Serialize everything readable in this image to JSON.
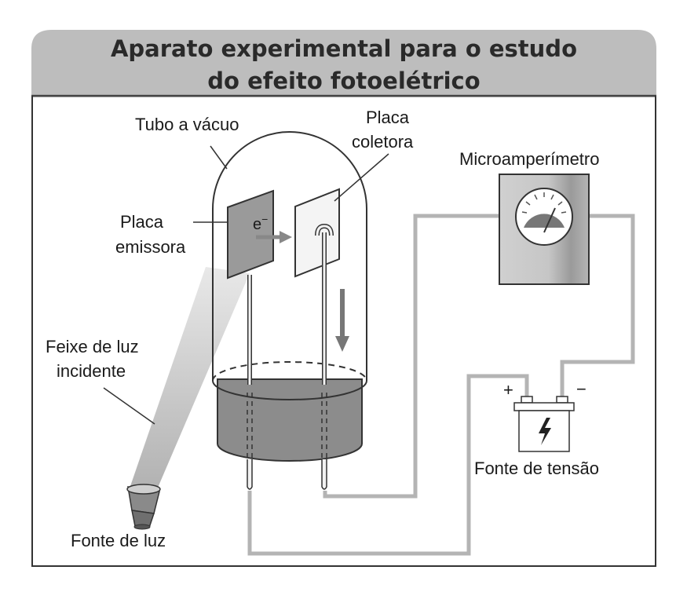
{
  "title": {
    "line1": "Aparato experimental para o estudo",
    "line2": "do efeito fotoelétrico"
  },
  "labels": {
    "vacuum_tube": "Tubo a vácuo",
    "collector_plate_1": "Placa",
    "collector_plate_2": "coletora",
    "emitter_plate_1": "Placa",
    "emitter_plate_2": "emissora",
    "electron": "e",
    "electron_sup": "−",
    "microammeter": "Microamperímetro",
    "light_beam_1": "Feixe de luz",
    "light_beam_2": "incidente",
    "light_source": "Fonte de luz",
    "voltage_source": "Fonte de tensão",
    "plus": "+",
    "minus": "−"
  },
  "colors": {
    "header_bg": "#bdbdbd",
    "plate": "#9a9a9a",
    "tube_base": "#8c8c8c",
    "wire": "#b4b4b4",
    "outline": "#333333"
  }
}
